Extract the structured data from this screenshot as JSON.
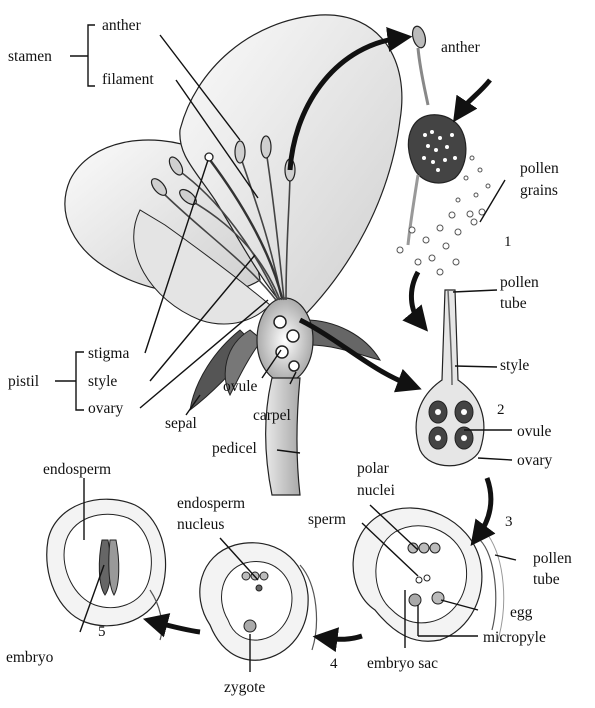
{
  "labels": {
    "stamen": "stamen",
    "anther": "anther",
    "filament": "filament",
    "anther_right": "anther",
    "pollen_grains_1": "pollen",
    "pollen_grains_2": "grains",
    "pollen_tube_top_1": "pollen",
    "pollen_tube_top_2": "tube",
    "style_right": "style",
    "ovule_right": "ovule",
    "ovary_right": "ovary",
    "pistil": "pistil",
    "stigma": "stigma",
    "style": "style",
    "ovary": "ovary",
    "sepal": "sepal",
    "ovule": "ovule",
    "carpel": "carpel",
    "pedicel": "pedicel",
    "endosperm": "endosperm",
    "embryo": "embryo",
    "endosperm_nucleus_1": "endosperm",
    "endosperm_nucleus_2": "nucleus",
    "zygote": "zygote",
    "polar_nuclei_1": "polar",
    "polar_nuclei_2": "nuclei",
    "sperm": "sperm",
    "embryo_sac": "embryo sac",
    "micropyle": "micropyle",
    "egg": "egg",
    "pollen_tube_bottom_1": "pollen",
    "pollen_tube_bottom_2": "tube"
  },
  "steps": {
    "step1": "1",
    "step2": "2",
    "step3": "3",
    "step4": "4",
    "step5": "5"
  },
  "colors": {
    "ink": "#111111",
    "petal_fill": "#f1f1f1",
    "petal_shade": "#d6d6d6",
    "dark": "#3a3a3a",
    "mid": "#8a8a8a"
  }
}
